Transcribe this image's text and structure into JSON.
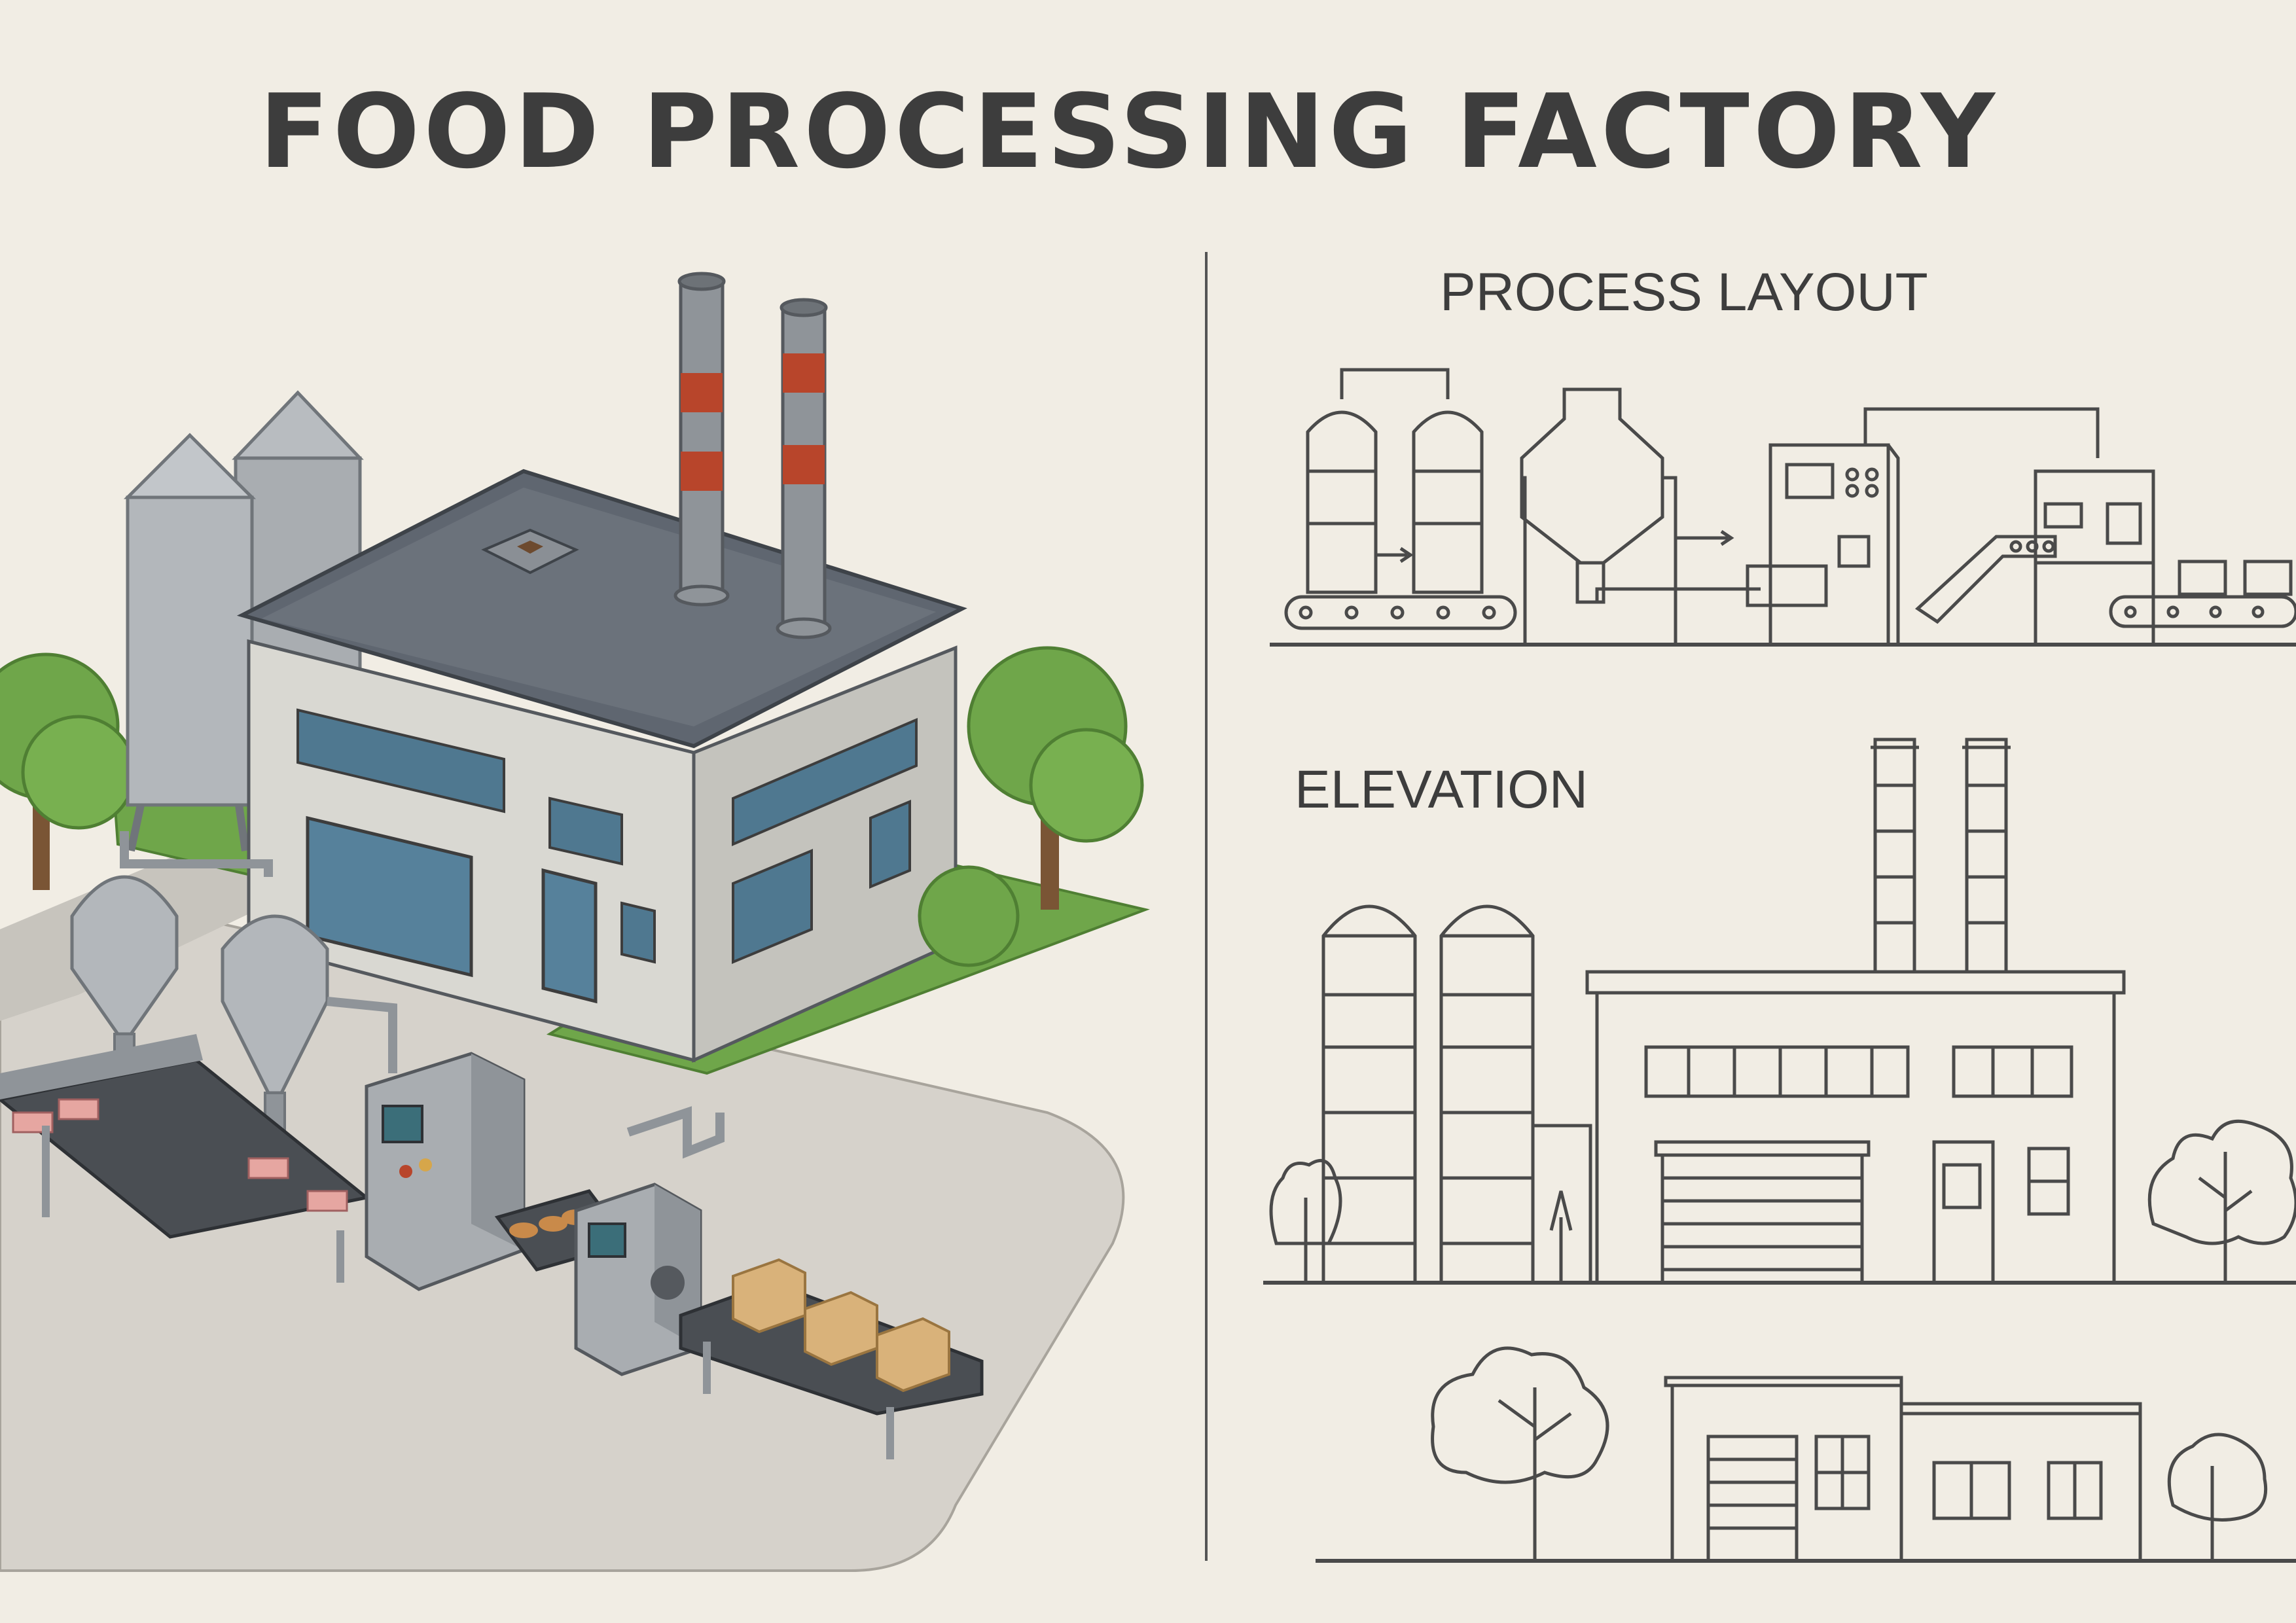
{
  "title": "FOOD PROCESSING FACTORY",
  "sections": {
    "process_layout": "PROCESS LAYOUT",
    "elevation": "ELEVATION"
  },
  "colors": {
    "background": "#f1ede4",
    "ink": "#3d3d3d",
    "chimney_stripe": "#b8452b",
    "grass": "#6fa64a",
    "roof": "#5f6670",
    "wall": "#d9d8d2",
    "window": "#4f7890",
    "steel": "#a9adb1",
    "box": "#d9b27a"
  }
}
